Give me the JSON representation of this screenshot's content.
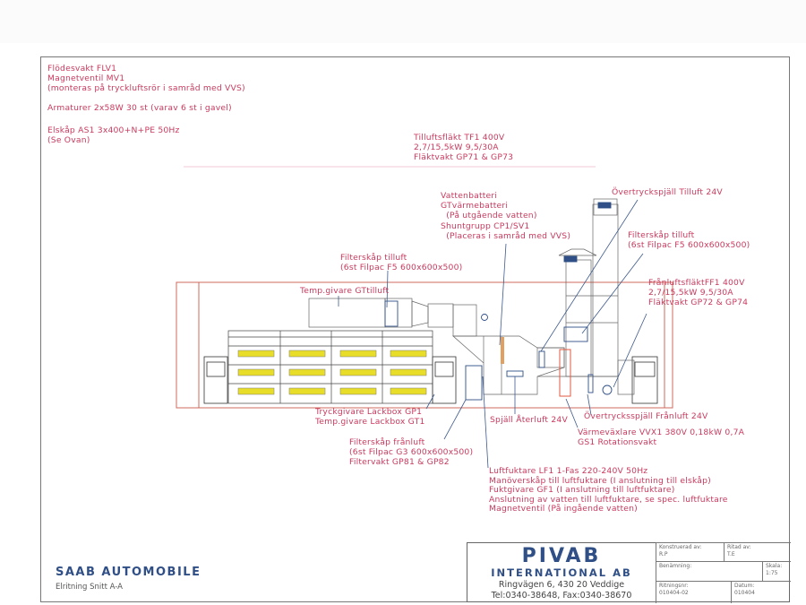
{
  "notes_top_left": {
    "line1": "Flödesvakt FLV1",
    "line2": "Magnetventil MV1",
    "line3": "(monteras på tryckluftsrör i samråd med VVS)",
    "line4": "Armaturer 2x58W 30 st (varav 6 st i gavel)",
    "line5": "Elskåp AS1 3x400+N+PE 50Hz",
    "line6": "(Se Ovan)"
  },
  "labels": {
    "tf1": "Tilluftsfläkt TF1 400V\n2,7/15,5kW 9,5/30A\nFläktvakt GP71 & GP73",
    "vattenbatteri": "Vattenbatteri\nGTvärmebatteri\n  (På utgående vatten)\nShuntgrupp CP1/SV1\n  (Placeras i samråd med VVS)",
    "overtryck_tilluft": "Övertryckspjäll Tilluft 24V",
    "filter_tilluft_right": "Filterskåp tilluft\n(6st Filpac F5 600x600x500)",
    "filter_tilluft_left": "Filterskåp tilluft\n(6st Filpac F5 600x600x500)",
    "temp_givare_tilluft": "Temp.givare GTtilluft",
    "ff1": "FrånluftsfläktFF1 400V\n2,7/15,5kW 9,5/30A\nFläktvakt GP72 & GP74",
    "tryckgivare": "Tryckgivare Lackbox GP1\nTemp.givare Lackbox GT1",
    "spjall_aterluft": "Spjäll Återluft 24V",
    "overtryck_franluft": "Övertrycksspjäll Frånluft 24V",
    "varmevaxlare": "Värmeväxlare VVX1 380V 0,18kW 0,7A\nGS1 Rotationsvakt",
    "filter_franluft": "Filterskåp frånluft\n(6st Filpac G3 600x600x500)\nFiltervakt GP81 & GP82",
    "luftfuktare": "Luftfuktare LF1 1-Fas 220-240V 50Hz\nManöverskåp till luftfuktare (I anslutning till elskåp)\nFuktgivare GF1 (I anslutning till luftfuktare)\nAnslutning av vatten till luftfuktare, se spec. luftfuktare\nMagnetventil (På ingående vatten)"
  },
  "title_block": {
    "client": "SAAB AUTOMOBILE",
    "drawing_title": "Elritning Snitt A-A",
    "company": "PIVAB",
    "company_sub": "INTERNATIONAL AB",
    "address": "Ringvägen 6, 430 20 Veddige",
    "phone": "Tel:0340-38648, Fax:0340-38670",
    "konstruerad_label": "Konstruerad av:",
    "konstruerad_value": "R.P",
    "ritad_label": "Ritad av:",
    "ritad_value": "T.E",
    "benamning_label": "Benämning:",
    "skala_label": "Skala:",
    "skala_value": "1:75",
    "ritningsnr_label": "Ritningsnr:",
    "ritningsnr_value": "010404-02",
    "datum_label": "Datum:",
    "datum_value": "010404"
  },
  "colors": {
    "text_red": "#c83a5e",
    "line_blue": "#2f4f86",
    "lamp_yellow": "#e8de2a"
  }
}
